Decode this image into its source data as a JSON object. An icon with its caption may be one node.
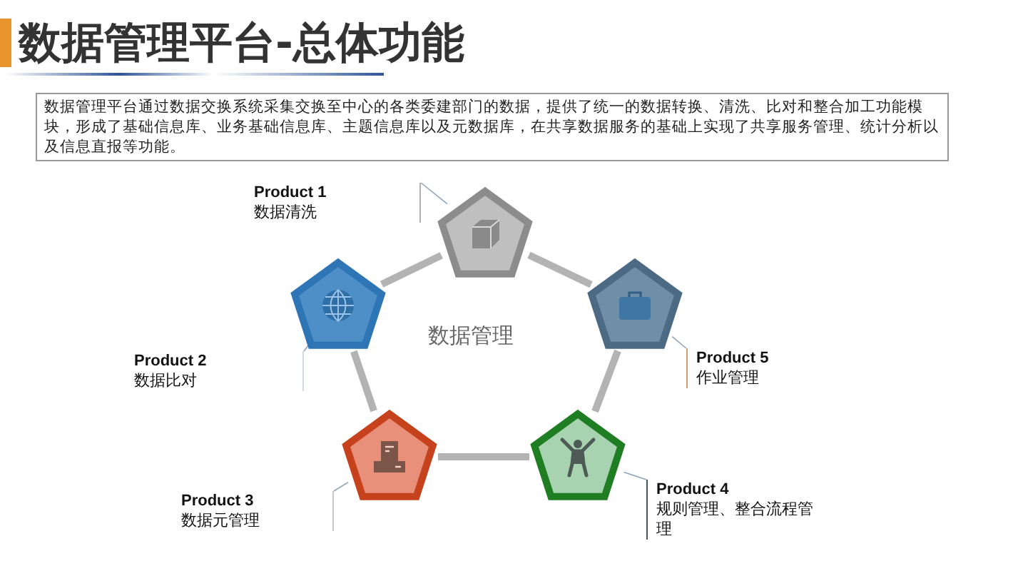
{
  "diagram": {
    "title": "数据管理平台-总体功能",
    "nodes": [
      {
        "text": [
          "数据管理平台通过数据交换系统采集交换至中心的各类委建部门的数据，提供了统一的数据转换、清洗、比对和整合加工功能模块，形成了基础信息库、业务基础信息库、主题信息库以及元数据库，在共享数据服务的基础上实现了共享服务管理、统计分析以及信息直报等功能。"
        ]
      },
      {
        "text": [
          "数据管理"
        ]
      },
      {
        "text": [],
        "shape": "pentagon"
      },
      {
        "text": [],
        "shape": "pentagon"
      },
      {
        "text": [],
        "shape": "pentagon"
      },
      {
        "text": [],
        "shape": "pentagon"
      },
      {
        "text": [],
        "shape": "pentagon"
      },
      {
        "text": [
          "Product 1",
          "数据清洗"
        ]
      },
      {
        "text": [
          "Product 2",
          "数据比对"
        ]
      },
      {
        "text": [
          "Product 3",
          "数据元管理"
        ]
      },
      {
        "text": [
          "Product 4",
          "规则管理、整合流程管理"
        ]
      },
      {
        "text": [
          "Product 5",
          "作业管理"
        ]
      }
    ],
    "edges": [
      {
        "from": 2,
        "to": 3,
        "arrow": "none",
        "style": "thick",
        "color": "#b3b3b3"
      },
      {
        "from": 3,
        "to": 4,
        "arrow": "none",
        "style": "thick",
        "color": "#b3b3b3"
      },
      {
        "from": 4,
        "to": 5,
        "arrow": "none",
        "style": "thick",
        "color": "#b3b3b3"
      },
      {
        "from": 5,
        "to": 6,
        "arrow": "none",
        "style": "thick",
        "color": "#b3b3b3"
      },
      {
        "from": 6,
        "to": 2,
        "arrow": "none",
        "style": "thick",
        "color": "#b3b3b3"
      },
      {
        "from": 7,
        "to": 2,
        "arrow": "none"
      },
      {
        "from": 8,
        "to": 3,
        "arrow": "none"
      },
      {
        "from": 9,
        "to": 4,
        "arrow": "none"
      },
      {
        "from": 10,
        "to": 5,
        "arrow": "none"
      },
      {
        "from": 11,
        "to": 6,
        "arrow": "none"
      }
    ]
  }
}
